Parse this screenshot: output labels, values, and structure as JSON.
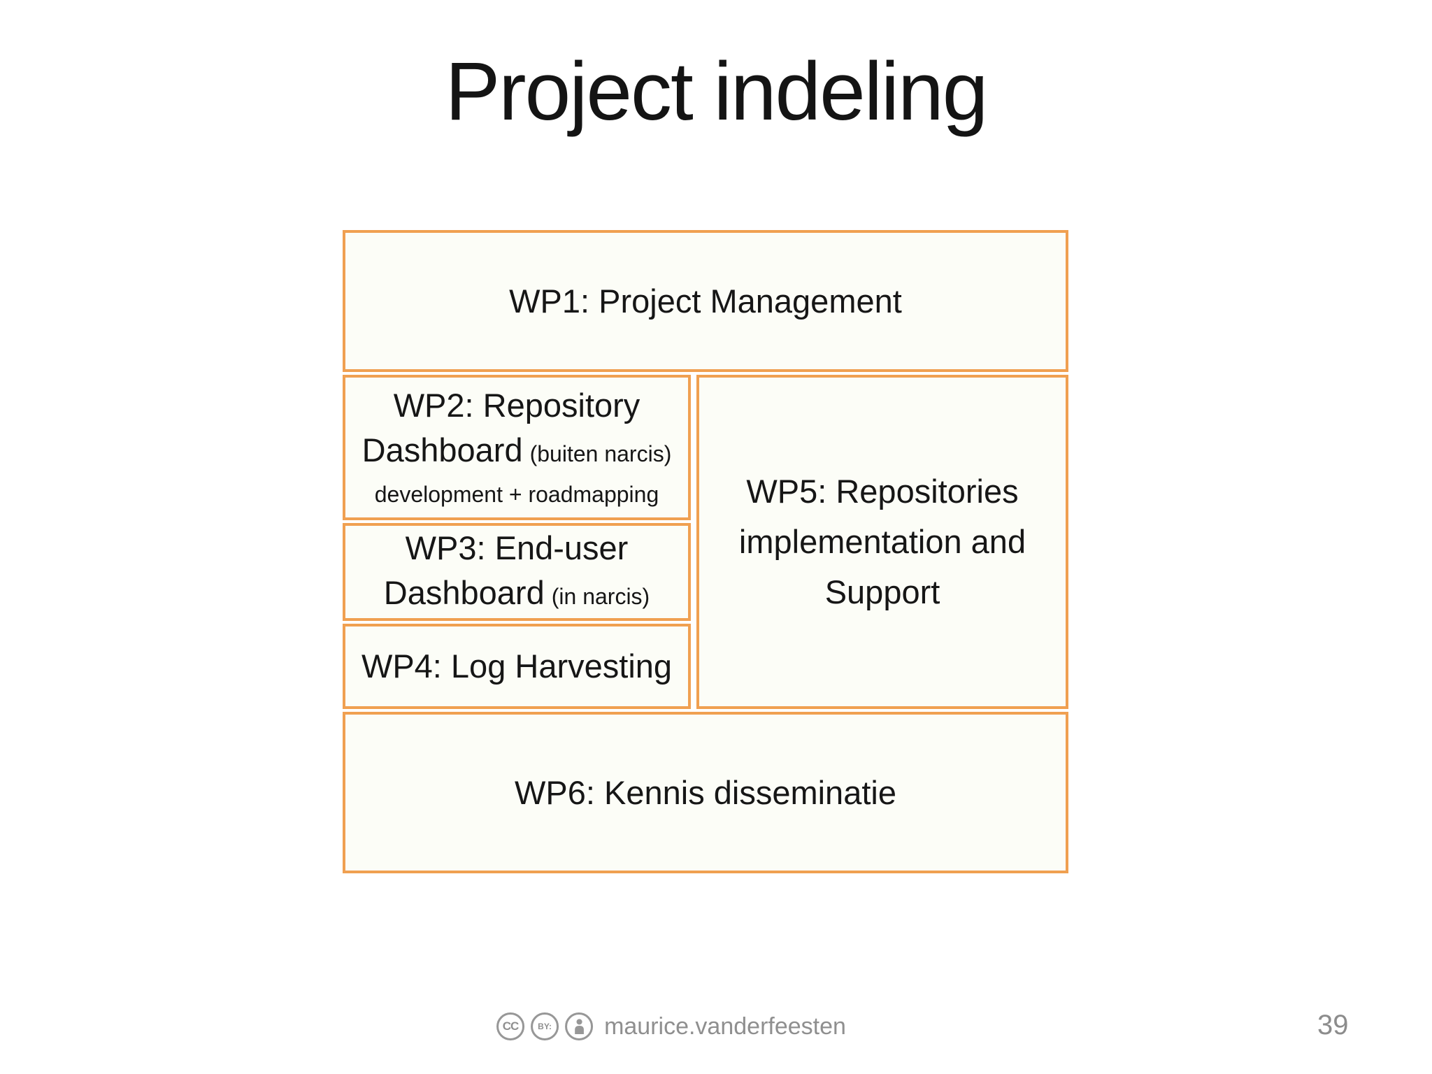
{
  "slide": {
    "title": "Project indeling",
    "page_number": "39"
  },
  "work_packages": {
    "wp1": {
      "label": "WP1: Project Management"
    },
    "wp2": {
      "line1": "WP2: Repository",
      "line2_main": "Dashboard",
      "line2_note": "(buiten narcis)",
      "line3": "development + roadmapping"
    },
    "wp3": {
      "line1": "WP3: End-user",
      "line2_main": "Dashboard",
      "line2_note": "(in narcis)"
    },
    "wp4": {
      "label": "WP4: Log Harvesting"
    },
    "wp5": {
      "lines": [
        "WP5: Repositories",
        "implementation and",
        "Support"
      ]
    },
    "wp6": {
      "label": "WP6: Kennis disseminatie"
    }
  },
  "footer": {
    "cc_label": "CC",
    "by_label": "BY:",
    "author": "maurice.vanderfeesten"
  },
  "colors": {
    "accent_orange": "#F0A051",
    "box_fill": "#FCFDF7",
    "text": "#161616",
    "footer_gray": "#8F8F8F"
  }
}
